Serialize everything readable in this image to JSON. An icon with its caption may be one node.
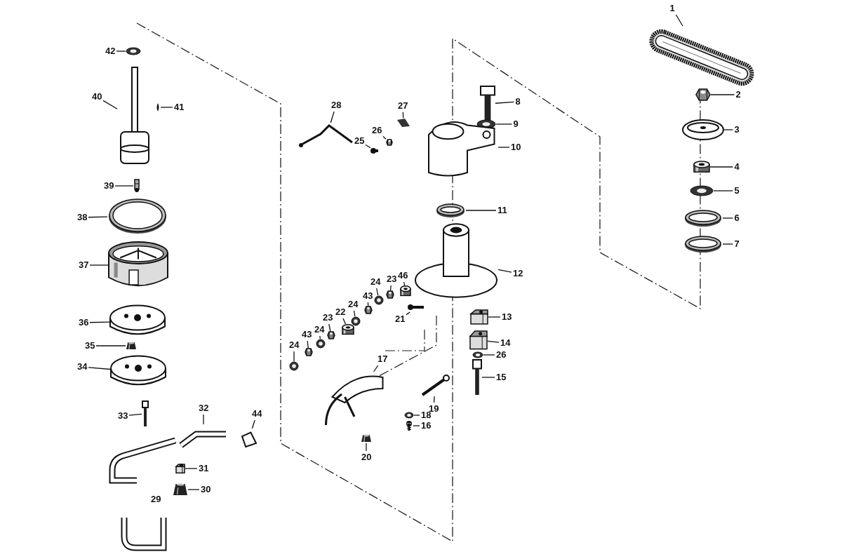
{
  "diagram": {
    "nodes": [
      {
        "text": [
          "1"
        ]
      },
      {
        "text": [],
        "shape": "picture"
      },
      {
        "text": [
          "2"
        ]
      },
      {
        "text": [],
        "shape": "picture"
      },
      {
        "text": [
          "3"
        ]
      },
      {
        "text": [],
        "shape": "picture"
      },
      {
        "text": [
          "4"
        ]
      },
      {
        "text": [],
        "shape": "picture"
      },
      {
        "text": [
          "5"
        ]
      },
      {
        "text": [],
        "shape": "picture"
      },
      {
        "text": [
          "6"
        ]
      },
      {
        "text": [],
        "shape": "picture"
      },
      {
        "text": [
          "7"
        ]
      },
      {
        "text": [],
        "shape": "picture"
      },
      {
        "text": [
          "8"
        ]
      },
      {
        "text": [],
        "shape": "picture"
      },
      {
        "text": [
          "9"
        ]
      },
      {
        "text": [],
        "shape": "picture"
      },
      {
        "text": [
          "10"
        ]
      },
      {
        "text": [],
        "shape": "picture"
      },
      {
        "text": [
          "11"
        ]
      },
      {
        "text": [],
        "shape": "picture"
      },
      {
        "text": [
          "12"
        ]
      },
      {
        "text": [],
        "shape": "picture"
      },
      {
        "text": [
          "13"
        ]
      },
      {
        "text": [],
        "shape": "picture"
      },
      {
        "text": [
          "14"
        ]
      },
      {
        "text": [],
        "shape": "picture"
      },
      {
        "text": [
          "26"
        ]
      },
      {
        "text": [],
        "shape": "picture"
      },
      {
        "text": [
          "15"
        ]
      },
      {
        "text": [],
        "shape": "picture"
      },
      {
        "text": [
          "16"
        ]
      },
      {
        "text": [],
        "shape": "picture"
      },
      {
        "text": [
          "17"
        ]
      },
      {
        "text": [],
        "shape": "picture"
      },
      {
        "text": [
          "18"
        ]
      },
      {
        "text": [],
        "shape": "picture"
      },
      {
        "text": [
          "19"
        ]
      },
      {
        "text": [],
        "shape": "picture"
      },
      {
        "text": [
          "20"
        ]
      },
      {
        "text": [],
        "shape": "picture"
      },
      {
        "text": [
          "21"
        ]
      },
      {
        "text": [],
        "shape": "picture"
      },
      {
        "text": [
          "46"
        ]
      },
      {
        "text": [],
        "shape": "picture"
      },
      {
        "text": [
          "23"
        ]
      },
      {
        "text": [],
        "shape": "picture"
      },
      {
        "text": [
          "24"
        ]
      },
      {
        "text": [],
        "shape": "picture"
      },
      {
        "text": [
          "43"
        ]
      },
      {
        "text": [],
        "shape": "picture"
      },
      {
        "text": [
          "24"
        ]
      },
      {
        "text": [],
        "shape": "picture"
      },
      {
        "text": [
          "22"
        ]
      },
      {
        "text": [],
        "shape": "picture"
      },
      {
        "text": [
          "23"
        ]
      },
      {
        "text": [],
        "shape": "picture"
      },
      {
        "text": [
          "24"
        ]
      },
      {
        "text": [],
        "shape": "picture"
      },
      {
        "text": [
          "43"
        ]
      },
      {
        "text": [],
        "shape": "picture"
      },
      {
        "text": [
          "24"
        ]
      },
      {
        "text": [],
        "shape": "picture"
      },
      {
        "text": [
          "28"
        ]
      },
      {
        "text": [],
        "shape": "picture"
      },
      {
        "text": [
          "25"
        ]
      },
      {
        "text": [],
        "shape": "picture"
      },
      {
        "text": [
          "26"
        ]
      },
      {
        "text": [],
        "shape": "picture"
      },
      {
        "text": [
          "27"
        ]
      },
      {
        "text": [],
        "shape": "picture"
      },
      {
        "text": [
          "42"
        ]
      },
      {
        "text": [],
        "shape": "picture"
      },
      {
        "text": [
          "40"
        ]
      },
      {
        "text": [],
        "shape": "picture"
      },
      {
        "text": [
          "41"
        ]
      },
      {
        "text": [],
        "shape": "picture"
      },
      {
        "text": [
          "39"
        ]
      },
      {
        "text": [],
        "shape": "picture"
      },
      {
        "text": [
          "38"
        ]
      },
      {
        "text": [],
        "shape": "picture"
      },
      {
        "text": [
          "37"
        ]
      },
      {
        "text": [],
        "shape": "picture"
      },
      {
        "text": [
          "36"
        ]
      },
      {
        "text": [],
        "shape": "picture"
      },
      {
        "text": [
          "35"
        ]
      },
      {
        "text": [],
        "shape": "picture"
      },
      {
        "text": [
          "34"
        ]
      },
      {
        "text": [],
        "shape": "picture"
      },
      {
        "text": [
          "33"
        ]
      },
      {
        "text": [],
        "shape": "picture"
      },
      {
        "text": [
          "32"
        ]
      },
      {
        "text": [],
        "shape": "picture"
      },
      {
        "text": [
          "44"
        ]
      },
      {
        "text": [],
        "shape": "picture"
      },
      {
        "text": [
          "31"
        ]
      },
      {
        "text": [],
        "shape": "picture"
      },
      {
        "text": [
          "30"
        ]
      },
      {
        "text": [],
        "shape": "picture"
      },
      {
        "text": [
          "29"
        ]
      },
      {
        "text": [],
        "shape": "picture"
      }
    ],
    "edges": [
      {
        "from": 0,
        "to": 1,
        "arrow": "none"
      },
      {
        "from": 2,
        "to": 3,
        "arrow": "none"
      },
      {
        "from": 4,
        "to": 5,
        "arrow": "none"
      },
      {
        "from": 6,
        "to": 7,
        "arrow": "none"
      },
      {
        "from": 8,
        "to": 9,
        "arrow": "none"
      },
      {
        "from": 10,
        "to": 11,
        "arrow": "none"
      },
      {
        "from": 12,
        "to": 13,
        "arrow": "none"
      },
      {
        "from": 14,
        "to": 15,
        "arrow": "none"
      },
      {
        "from": 16,
        "to": 17,
        "arrow": "none"
      },
      {
        "from": 18,
        "to": 19,
        "arrow": "none"
      },
      {
        "from": 20,
        "to": 21,
        "arrow": "none"
      },
      {
        "from": 22,
        "to": 23,
        "arrow": "none"
      },
      {
        "from": 24,
        "to": 25,
        "arrow": "none"
      },
      {
        "from": 26,
        "to": 27,
        "arrow": "none"
      },
      {
        "from": 28,
        "to": 29,
        "arrow": "none"
      },
      {
        "from": 30,
        "to": 31,
        "arrow": "none"
      },
      {
        "from": 32,
        "to": 33,
        "arrow": "none"
      },
      {
        "from": 34,
        "to": 35,
        "arrow": "none"
      },
      {
        "from": 36,
        "to": 37,
        "arrow": "none"
      },
      {
        "from": 38,
        "to": 39,
        "arrow": "none"
      },
      {
        "from": 40,
        "to": 41,
        "arrow": "none"
      },
      {
        "from": 42,
        "to": 43,
        "arrow": "none"
      },
      {
        "from": 44,
        "to": 45,
        "arrow": "none"
      },
      {
        "from": 46,
        "to": 47,
        "arrow": "none"
      },
      {
        "from": 48,
        "to": 49,
        "arrow": "none"
      },
      {
        "from": 50,
        "to": 51,
        "arrow": "none"
      },
      {
        "from": 52,
        "to": 53,
        "arrow": "none"
      },
      {
        "from": 54,
        "to": 55,
        "arrow": "none"
      },
      {
        "from": 56,
        "to": 57,
        "arrow": "none"
      },
      {
        "from": 58,
        "to": 59,
        "arrow": "none"
      },
      {
        "from": 60,
        "to": 61,
        "arrow": "none"
      },
      {
        "from": 62,
        "to": 63,
        "arrow": "none"
      },
      {
        "from": 64,
        "to": 65,
        "arrow": "none"
      },
      {
        "from": 66,
        "to": 67,
        "arrow": "none"
      },
      {
        "from": 68,
        "to": 69,
        "arrow": "none"
      },
      {
        "from": 70,
        "to": 71,
        "arrow": "none"
      },
      {
        "from": 72,
        "to": 73,
        "arrow": "none"
      },
      {
        "from": 74,
        "to": 75,
        "arrow": "none"
      },
      {
        "from": 76,
        "to": 77,
        "arrow": "none"
      },
      {
        "from": 78,
        "to": 79,
        "arrow": "none"
      },
      {
        "from": 80,
        "to": 81,
        "arrow": "none"
      },
      {
        "from": 82,
        "to": 83,
        "arrow": "none"
      },
      {
        "from": 84,
        "to": 85,
        "arrow": "none"
      },
      {
        "from": 86,
        "to": 87,
        "arrow": "none"
      },
      {
        "from": 88,
        "to": 89,
        "arrow": "none"
      },
      {
        "from": 90,
        "to": 91,
        "arrow": "none"
      },
      {
        "from": 92,
        "to": 93,
        "arrow": "none"
      },
      {
        "from": 94,
        "to": 95,
        "arrow": "none"
      },
      {
        "from": 96,
        "to": 97,
        "arrow": "none"
      },
      {
        "from": 98,
        "to": 99,
        "arrow": "none"
      }
    ]
  }
}
